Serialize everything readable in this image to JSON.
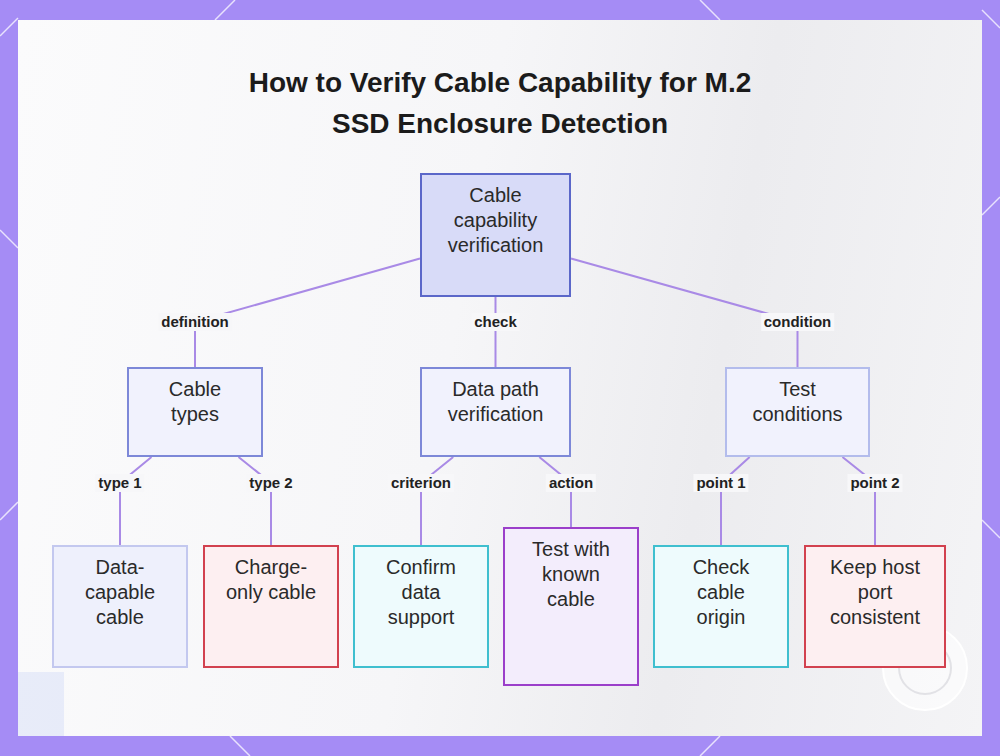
{
  "diagram": {
    "title": "How to Verify Cable Capability for M.2 SSD Enclosure Detection",
    "nodes": [
      {
        "text": [
          "Cable capability verification"
        ]
      },
      {
        "text": [
          "Cable types"
        ]
      },
      {
        "text": [
          "Data path verification"
        ]
      },
      {
        "text": [
          "Test conditions"
        ]
      },
      {
        "text": [
          "Data-capable cable"
        ]
      },
      {
        "text": [
          "Charge-only cable"
        ]
      },
      {
        "text": [
          "Confirm data support"
        ]
      },
      {
        "text": [
          "Test with known cable"
        ]
      },
      {
        "text": [
          "Check cable origin"
        ]
      },
      {
        "text": [
          "Keep host port consistent"
        ]
      }
    ],
    "edges": [
      {
        "from": 0,
        "to": 1,
        "label": "definition",
        "arrow": "none"
      },
      {
        "from": 0,
        "to": 2,
        "label": "check",
        "arrow": "none"
      },
      {
        "from": 0,
        "to": 3,
        "label": "condition",
        "arrow": "none"
      },
      {
        "from": 1,
        "to": 4,
        "label": "type 1",
        "arrow": "none"
      },
      {
        "from": 1,
        "to": 5,
        "label": "type 2",
        "arrow": "none"
      },
      {
        "from": 2,
        "to": 6,
        "label": "criterion",
        "arrow": "none"
      },
      {
        "from": 2,
        "to": 7,
        "label": "action",
        "arrow": "none"
      },
      {
        "from": 3,
        "to": 8,
        "label": "point 1",
        "arrow": "none"
      },
      {
        "from": 3,
        "to": 9,
        "label": "point 2",
        "arrow": "none"
      }
    ]
  }
}
